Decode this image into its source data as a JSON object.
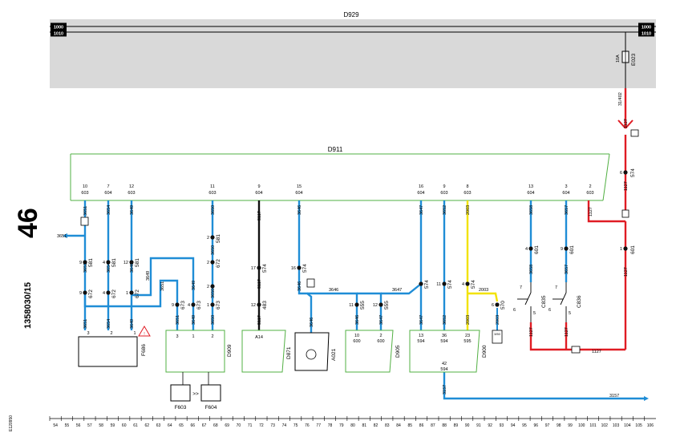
{
  "page": {
    "number": "46",
    "doc_code": "1358030/15",
    "small_code": "E120950"
  },
  "colors": {
    "blue": "#1f8dd6",
    "red": "#e01c24",
    "black": "#111111",
    "yellow": "#f2e200",
    "green": "#52b043",
    "grey_band": "#d9d9d9",
    "warning": "#e01c24"
  },
  "top_band": {
    "label": "D929",
    "left_lines": [
      "1000",
      "1010"
    ],
    "right_lines": [
      "1000",
      "1010"
    ]
  },
  "fuse_top": {
    "id": "E023",
    "rating": "10A",
    "wire": "31/402"
  },
  "bus": {
    "label": "D911"
  },
  "connectors": {
    "c1": {
      "pin": "10",
      "num": "603"
    },
    "c2": {
      "pin": "7",
      "num": "604"
    },
    "c3": {
      "pin": "12",
      "num": "603"
    },
    "c4": {
      "pin": "11",
      "num": "603"
    },
    "c5": {
      "pin": "9",
      "num": "604"
    },
    "c6": {
      "pin": "15",
      "num": "604"
    },
    "c7": {
      "pin": "16",
      "num": "604"
    },
    "c8": {
      "pin": "9",
      "num": "603"
    },
    "c9": {
      "pin": "8",
      "num": "603"
    },
    "c10": {
      "pin": "13",
      "num": "604"
    },
    "c11": {
      "pin": "3",
      "num": "604"
    },
    "c12": {
      "pin": "2",
      "num": "603"
    }
  },
  "wires": {
    "w3651": "3651",
    "w3654": "3654",
    "w3649": "3649",
    "w3650": "3650",
    "w5117": "5117",
    "w3646": "3646",
    "w3647": "3647",
    "w3652": "3652",
    "w2003": "2003",
    "w3658": "3658",
    "w3657": "3657",
    "w1127": "1127",
    "w3157": "3157"
  },
  "parts": {
    "p581": "581",
    "p672": "672",
    "p673": "673",
    "p574": "574",
    "p483": "483",
    "p555": "555",
    "p570": "570",
    "p601": "601",
    "p600": "600",
    "p594": "594",
    "p595": "595"
  },
  "pins": {
    "n1": "1",
    "n2": "2",
    "n3": "3",
    "n4": "4",
    "n5": "5",
    "n6": "6",
    "n7": "7",
    "n8": "8",
    "n9": "9",
    "n10": "10",
    "n11": "11",
    "n12": "12",
    "n13": "13",
    "n16": "16",
    "n17": "17",
    "n23": "23",
    "n36": "36",
    "n42": "42"
  },
  "components": {
    "F686": "F686",
    "D909": "D909",
    "A14": "A14",
    "D871": "D871",
    "A021": "A021",
    "D905": "D905",
    "D900": "D900",
    "C835": "C835",
    "C836": "C836",
    "F603": "F603",
    "F604": "F604"
  },
  "misc": {
    "box_top": "3/50",
    "arrow_sym": ">>"
  },
  "grid_numbers": [
    "54",
    "55",
    "56",
    "57",
    "58",
    "59",
    "60",
    "61",
    "62",
    "63",
    "64",
    "65",
    "66",
    "67",
    "68",
    "69",
    "70",
    "71",
    "72",
    "73",
    "74",
    "75",
    "76",
    "77",
    "78",
    "79",
    "80",
    "81",
    "82",
    "83",
    "84",
    "85",
    "86",
    "87",
    "88",
    "89",
    "90",
    "91",
    "92",
    "93",
    "94",
    "95",
    "96",
    "97",
    "98",
    "99",
    "100",
    "101",
    "102",
    "103",
    "104",
    "105",
    "106"
  ]
}
